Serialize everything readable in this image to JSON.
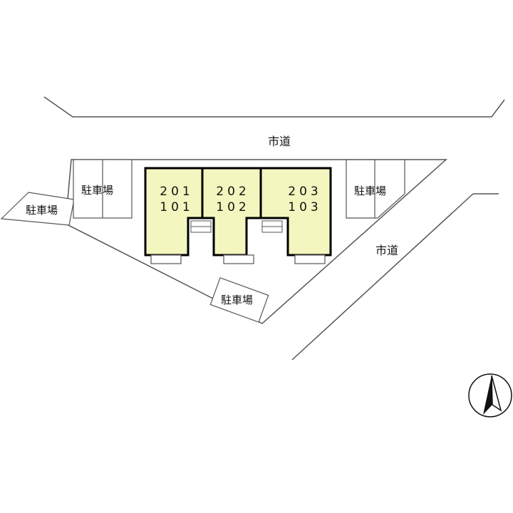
{
  "roads": [
    {
      "id": "north",
      "label": "市道"
    },
    {
      "id": "east",
      "label": "市道"
    }
  ],
  "parking": [
    {
      "id": "west-small",
      "label": "駐車場"
    },
    {
      "id": "north-west",
      "label": "駐車場"
    },
    {
      "id": "south",
      "label": "駐車場"
    },
    {
      "id": "north-east",
      "label": "駐車場"
    }
  ],
  "units": [
    {
      "upper": "201",
      "lower": "101"
    },
    {
      "upper": "202",
      "lower": "102"
    },
    {
      "upper": "203",
      "lower": "103"
    }
  ],
  "colors": {
    "building_fill": "#f4f6bf",
    "outline": "#000000",
    "line": "#555555",
    "background": "#ffffff"
  },
  "compass": {
    "icon": "north-arrow-icon"
  }
}
